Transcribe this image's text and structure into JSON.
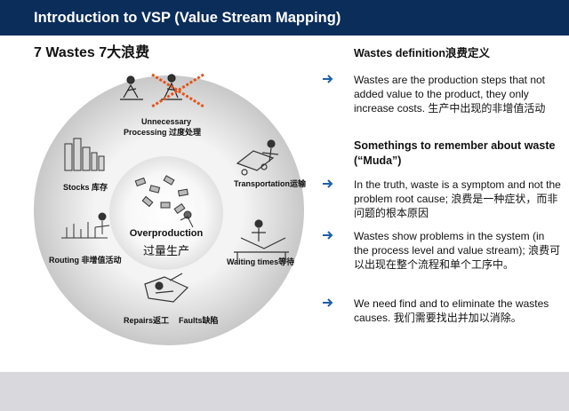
{
  "slide": {
    "title": "Introduction to VSP (Value Stream Mapping)",
    "subtitle": "7 Wastes 7大浪费"
  },
  "diagram": {
    "center_en": "Overproduction",
    "center_zh": "过量生产",
    "labels": {
      "unnecessary_line1": "Unnecessary",
      "unnecessary_line2": "Processing 过度处理",
      "transportation": "Transportation运输",
      "waiting": "Waiting times等待",
      "repairs": "Repairs返工",
      "faults": "Faults缺陷",
      "routing": "Routing 非增值活动",
      "stocks": "Stocks 库存"
    }
  },
  "right_panel": {
    "heading1": "Wastes definition浪费定义",
    "bullet1": "Wastes are the production steps that not added value to the product, they only increase costs. 生产中出现的非增值活动",
    "heading2": "Somethings to remember about waste (“Muda”)",
    "bullet2": "In the truth, waste is a symptom and not the problem root cause; 浪费是一种症状，而非问题的根本原因",
    "bullet3": "Wastes show problems in the system (in the process level and value stream); 浪费可以出现在整个流程和单个工序中。",
    "bullet4": "We need find and to eliminate the wastes causes. 我们需要找出并加以消除。"
  },
  "colors": {
    "title_bar": "#0b2d5a",
    "arrow": "#1f5fa8",
    "footer": "#d9d9dd",
    "cross": "#e5531a"
  }
}
